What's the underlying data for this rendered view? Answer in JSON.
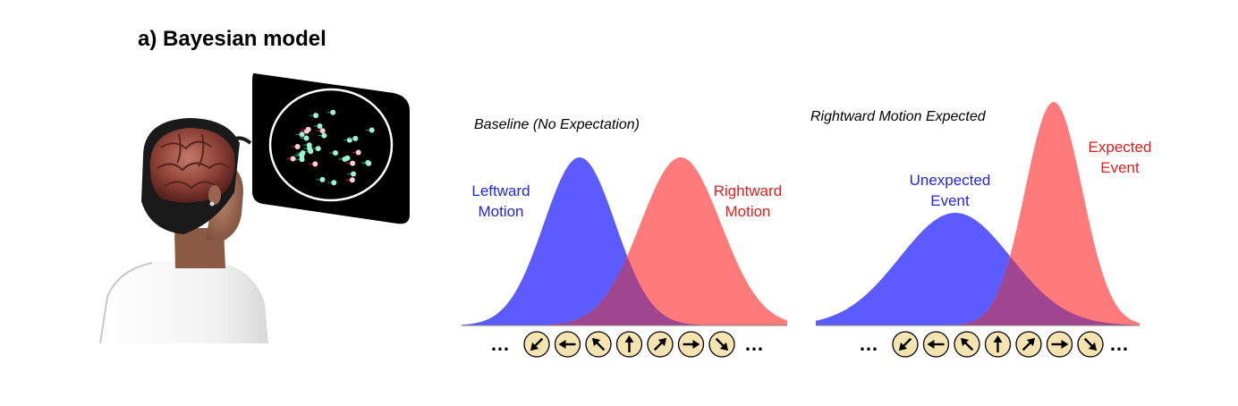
{
  "title": "a) Bayesian model",
  "colors": {
    "leftward": "#5b5bff",
    "rightward": "#ff7a7a",
    "overlap": "#a0458f",
    "blue_text": "#2525e0",
    "red_text": "#e01e1e",
    "arrow_disc": "#f6e4b0",
    "screen": "#000000",
    "dot": "#9ff2d8"
  },
  "panels": [
    {
      "caption": "Baseline (No Expectation)",
      "labels": {
        "blue": [
          "Leftward",
          "Motion"
        ],
        "red": [
          "Rightward",
          "Motion"
        ]
      }
    },
    {
      "caption": "Rightward Motion Expected",
      "labels": {
        "blue": [
          "Unexpected",
          "Event"
        ],
        "red": [
          "Expected",
          "Event"
        ]
      }
    }
  ],
  "ellipsis": "…",
  "direction_icons": [
    "arrow-down-left-icon",
    "arrow-left-icon",
    "arrow-up-left-icon",
    "arrow-up-icon",
    "arrow-up-right-icon",
    "arrow-right-icon",
    "arrow-down-right-icon"
  ]
}
